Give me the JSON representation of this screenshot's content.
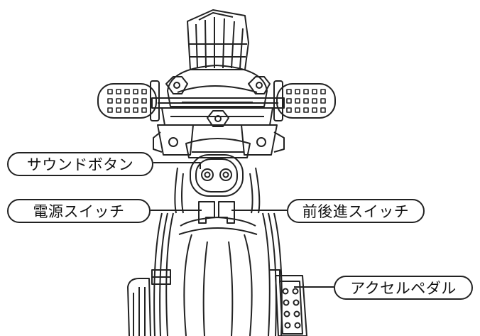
{
  "labels": {
    "sound_button": "サウンドボタン",
    "power_switch": "電源スイッチ",
    "direction_switch": "前後進スイッチ",
    "accelerator_pedal": "アクセルペダル"
  },
  "colors": {
    "line": "#222222",
    "background": "#ffffff"
  },
  "icons": {
    "vehicle": "ride-on-motorcycle-front-view"
  }
}
